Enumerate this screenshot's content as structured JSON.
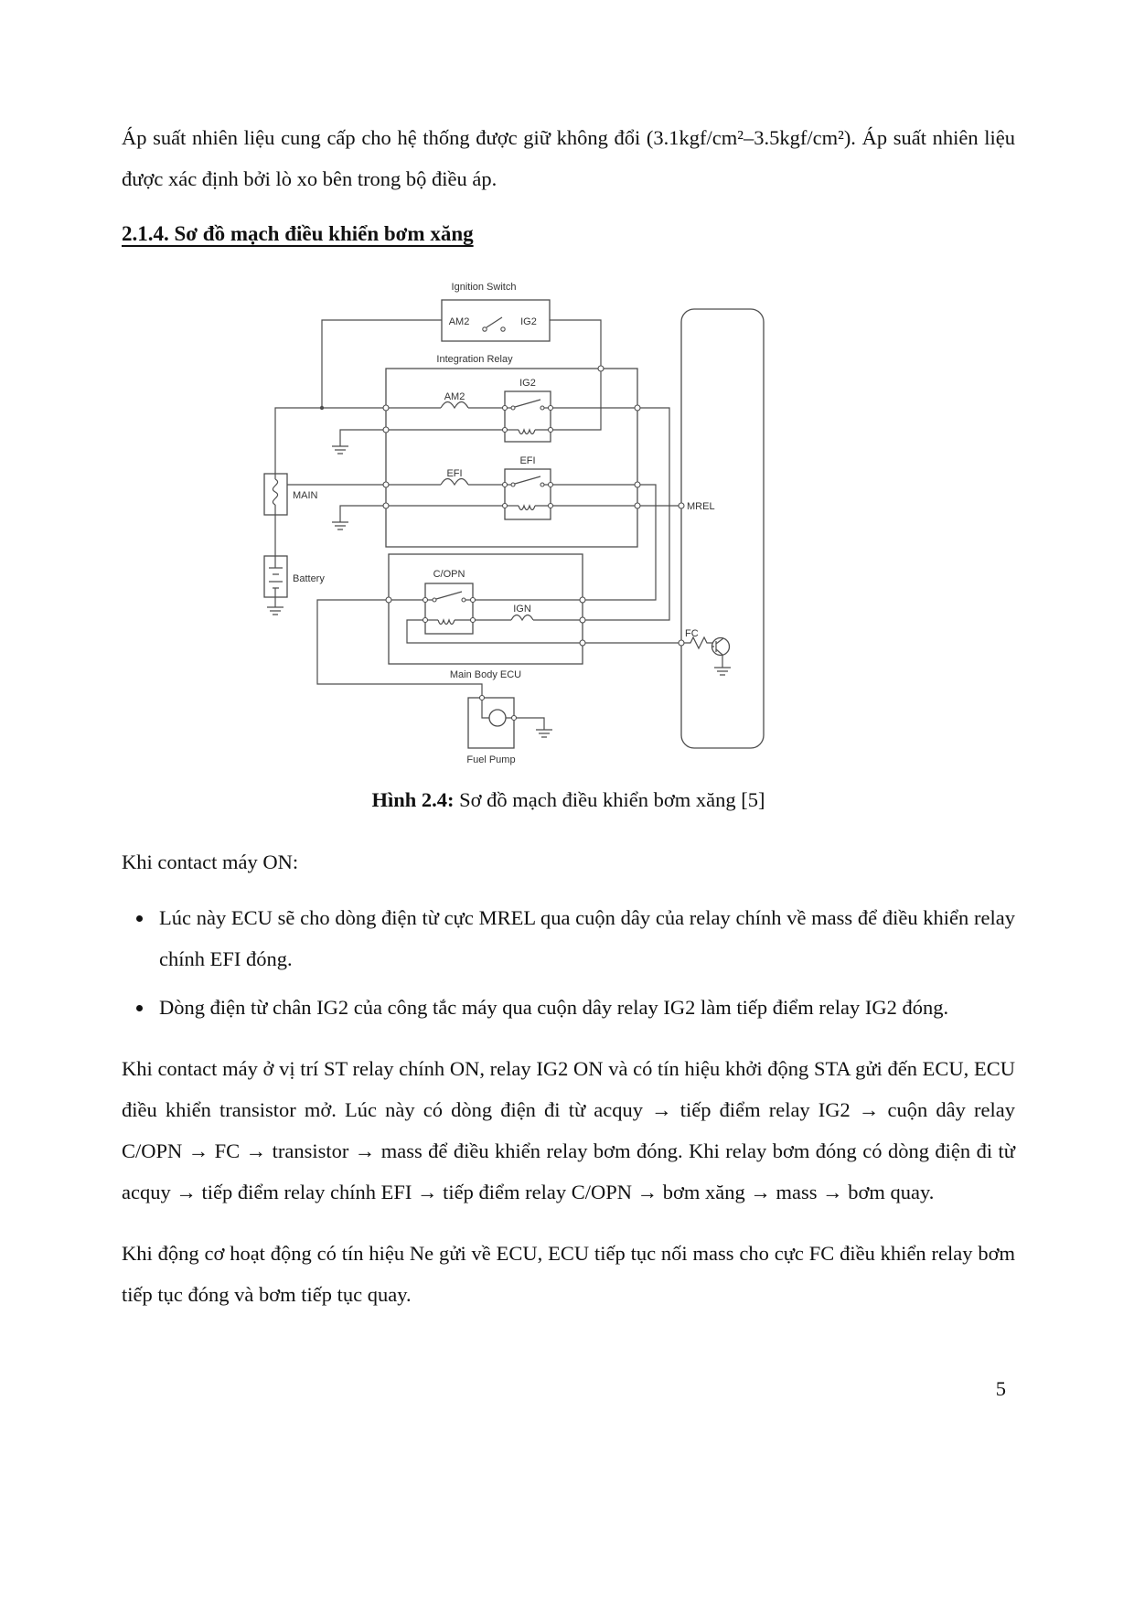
{
  "page": {
    "paragraph_1": "Áp suất nhiên liệu cung cấp cho hệ thống được giữ không đổi (3.1kgf/cm²–3.5kgf/cm²). Áp suất nhiên liệu được xác định bởi lò xo bên trong bộ điều áp.",
    "heading": "2.1.4. Sơ đồ mạch điều khiển bơm xăng",
    "caption_label": "Hình 2.4:",
    "caption_text": " Sơ đồ mạch điều khiển bơm xăng [5]",
    "intro": "Khi contact máy ON:",
    "bullets": [
      "Lúc này ECU sẽ cho dòng điện từ cực MREL qua cuộn dây của relay chính về mass để điều khiển relay chính EFI đóng.",
      "Dòng điện từ chân IG2 của công tắc máy qua cuộn dây relay IG2 làm tiếp điểm relay IG2 đóng."
    ],
    "paragraph_2": "Khi contact máy ở vị trí ST relay chính ON, relay IG2 ON và có tín hiệu khởi động STA gửi đến ECU, ECU điều khiển transistor mở. Lúc này có dòng điện đi từ acquy → tiếp điểm relay IG2 → cuộn dây relay C/OPN → FC → transistor → mass để điều khiển relay bơm đóng. Khi relay bơm đóng có dòng điện đi từ acquy → tiếp điểm relay chính EFI → tiếp điểm relay C/OPN → bơm xăng → mass → bơm quay.",
    "paragraph_3": "Khi động cơ hoạt động có tín hiệu Ne gửi về ECU, ECU tiếp tục nối mass cho cực FC điều khiển relay bơm tiếp tục đóng và bơm tiếp tục quay.",
    "page_number": "5"
  },
  "diagram": {
    "labels": {
      "ignition_switch": "Ignition Switch",
      "am2_switch": "AM2",
      "ig2_switch": "IG2",
      "integration_relay": "Integration Relay",
      "ig2_relay": "IG2",
      "am2_fuse": "AM2",
      "efi_relay": "EFI",
      "efi_fuse": "EFI",
      "main_fuse": "MAIN",
      "battery": "Battery",
      "copn_relay": "C/OPN",
      "ign_fuse": "IGN",
      "main_body_ecu": "Main Body ECU",
      "fuel_pump": "Fuel Pump",
      "mrel": "MREL",
      "fc": "FC"
    }
  }
}
